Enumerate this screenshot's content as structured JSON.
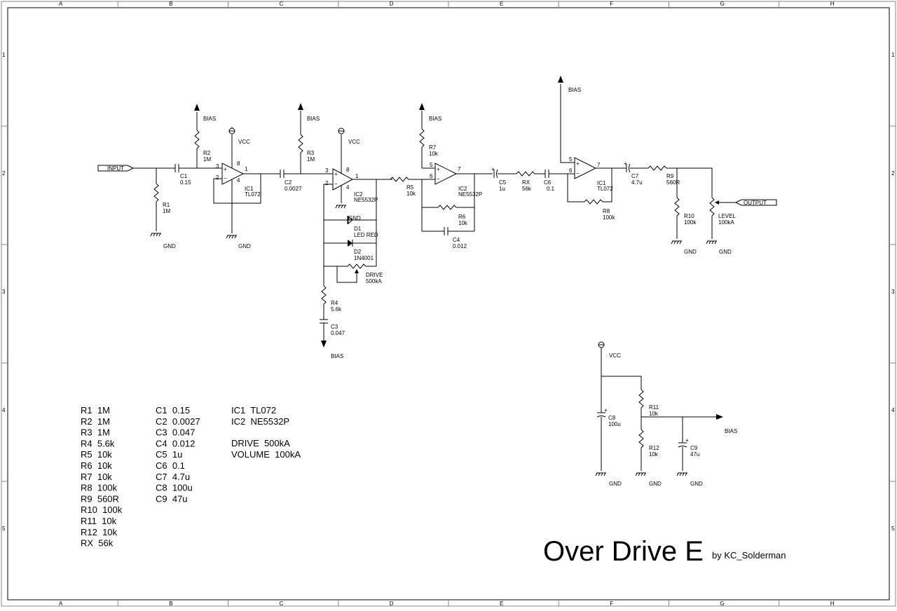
{
  "sheet": {
    "cols": [
      "A",
      "B",
      "C",
      "D",
      "E",
      "F",
      "G",
      "H"
    ],
    "rows": [
      "1",
      "2",
      "3",
      "4",
      "5"
    ]
  },
  "title": "Over Drive E",
  "author": "by KC_Solderman",
  "ports": {
    "input": "INPUT",
    "output": "OUTPUT"
  },
  "nets": {
    "bias": "BIAS",
    "vcc": "VCC",
    "gnd": "GND"
  },
  "parts": {
    "R1": [
      "R1",
      "1M"
    ],
    "R2": [
      "R2",
      "1M"
    ],
    "R3": [
      "R3",
      "1M"
    ],
    "R4": [
      "R4",
      "5.6k"
    ],
    "R5": [
      "R5",
      "10k"
    ],
    "R6": [
      "R6",
      "10k"
    ],
    "R7": [
      "R7",
      "10k"
    ],
    "R8": [
      "R8",
      "100k"
    ],
    "R9": [
      "R9",
      "560R"
    ],
    "R10": [
      "R10",
      "100k"
    ],
    "R11": [
      "R11",
      "10k"
    ],
    "R12": [
      "R12",
      "10k"
    ],
    "RX": [
      "RX",
      "56k"
    ],
    "C1": [
      "C1",
      "0.15"
    ],
    "C2": [
      "C2",
      "0.0027"
    ],
    "C3": [
      "C3",
      "0.047"
    ],
    "C4": [
      "C4",
      "0.012"
    ],
    "C5": [
      "C5",
      "1u"
    ],
    "C6": [
      "C6",
      "0.1"
    ],
    "C7": [
      "C7",
      "4.7u"
    ],
    "C8": [
      "C8",
      "100u"
    ],
    "C9": [
      "C9",
      "47u"
    ],
    "IC1a": [
      "IC1",
      "TL072"
    ],
    "IC2a": [
      "IC2",
      "NE5532P"
    ],
    "IC2b": [
      "IC2",
      "NE5532P"
    ],
    "IC1b": [
      "IC1",
      "TL072"
    ],
    "D1": [
      "D1",
      "LED RED"
    ],
    "D2": [
      "D2",
      "1N4001"
    ],
    "DRIVE": [
      "DRIVE",
      "500kA"
    ],
    "LEVEL": [
      "LEVEL",
      "100kA"
    ]
  },
  "bom": {
    "resistors": [
      "R1  1M",
      "R2  1M",
      "R3  1M",
      "R4  5.6k",
      "R5  10k",
      "R6  10k",
      "R7  10k",
      "R8  100k",
      "R9  560R",
      "R10  100k",
      "R11  10k",
      "R12  10k",
      "RX  56k"
    ],
    "capacitors": [
      "C1  0.15",
      "C2  0.0027",
      "C3  0.047",
      "C4  0.012",
      "C5  1u",
      "C6  0.1",
      "C7  4.7u",
      "C8  100u",
      "C9  47u"
    ],
    "ics": [
      "IC1  TL072",
      "IC2  NE5532P"
    ],
    "pots": [
      "DRIVE  500kA",
      "VOLUME  100kA"
    ]
  }
}
